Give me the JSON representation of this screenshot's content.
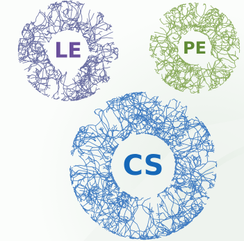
{
  "rings": [
    {
      "id": "le",
      "label": "LE",
      "color": "#6a4f9b",
      "branch_color": "#5a5f98"
    },
    {
      "id": "pe",
      "label": "PE",
      "color": "#5f8a35",
      "branch_color": "#7ea24a"
    },
    {
      "id": "cs",
      "label": "CS",
      "color": "#1668b8",
      "branch_color": "#2e6fbd"
    }
  ]
}
